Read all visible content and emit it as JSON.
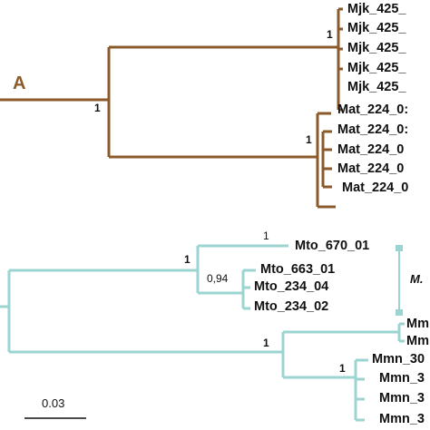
{
  "colors": {
    "brown": "#8B5A2B",
    "teal": "#9CD4D2"
  },
  "clade_label": "A",
  "support": {
    "brown_root": "1",
    "mjk": "1",
    "mat": "1",
    "teal_mto": "1",
    "mto_670": "1",
    "mto_inner": "0,94",
    "teal_mmn": "1",
    "mmn_inner": "1"
  },
  "tips": {
    "mjk": [
      "Mjk_425_",
      "Mjk_425_",
      "Mjk_425_",
      "Mjk_425_",
      "Mjk_425_"
    ],
    "mat": [
      "Mat_224_0:",
      "Mat_224_0:",
      "Mat_224_0",
      "Mat_224_0",
      "Mat_224_0"
    ],
    "mto": [
      "Mto_670_01",
      "Mto_663_01",
      "Mto_234_04",
      "Mto_234_02"
    ],
    "mmn": [
      "Mmn",
      "Mmn",
      "Mmn_30",
      "Mmn_3",
      "Mmn_3",
      "Mmn_3"
    ]
  },
  "species_label": "M.",
  "scale_bar": "0.03"
}
